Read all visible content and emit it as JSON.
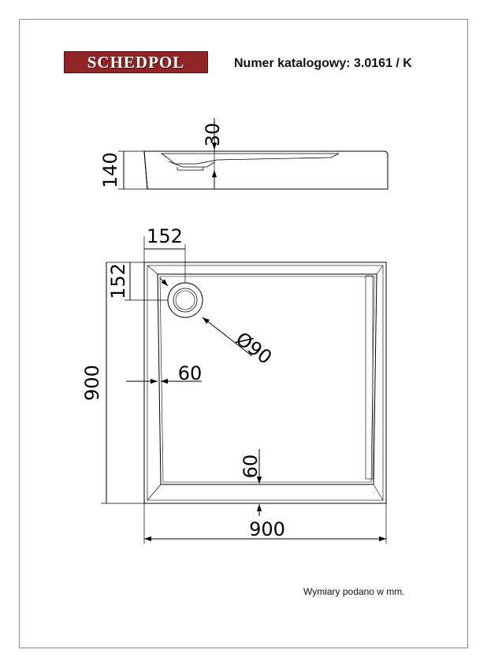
{
  "brand": {
    "logo_text": "SCHEDPOL"
  },
  "header": {
    "catalog_label": "Numer katalogowy: 3.0161 / K"
  },
  "colors": {
    "brand_red": "#8f2526",
    "line": "#000000",
    "frame": "#8a8a8a"
  },
  "dimensions": {
    "drain_depth": "30",
    "height": "140",
    "drain_offset_x": "152",
    "drain_offset_y": "152",
    "drain_diameter": "Ø90",
    "rim_left": "60",
    "rim_bottom": "60",
    "depth": "900",
    "width": "900"
  },
  "footnote": "Wymiary podano w mm."
}
